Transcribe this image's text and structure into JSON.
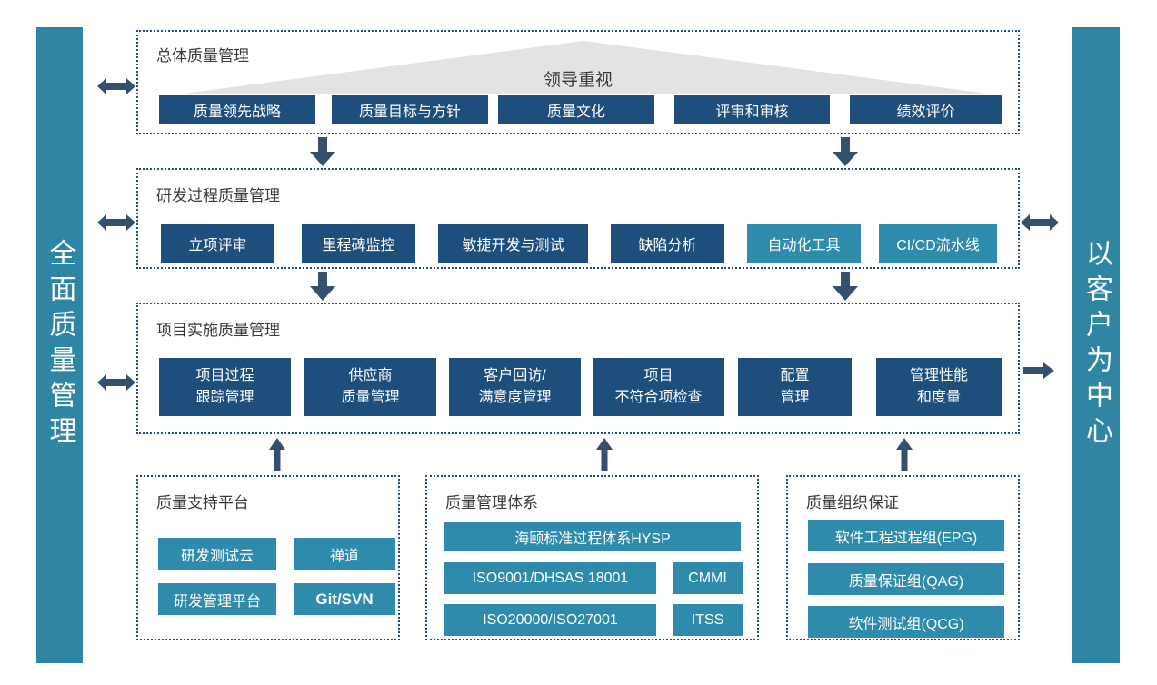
{
  "colors": {
    "navy_block": "#1E4E7C",
    "teal_block": "#2F8BAC",
    "side_bar": "#2E86A4",
    "dotted_border": "#1F4E79",
    "arrow": "#34506E",
    "triangle": "#E3E3E3",
    "title_text": "#3A3A3A",
    "block_text": "#FFFFFF",
    "background": "#FFFFFF"
  },
  "left_bar": {
    "label": "全面质量管理"
  },
  "right_bar": {
    "label": "以客户为中心"
  },
  "sections": [
    {
      "title": "总体质量管理",
      "banner": "领导重视",
      "items": [
        {
          "label": "质量领先战略"
        },
        {
          "label": "质量目标与方针"
        },
        {
          "label": "质量文化"
        },
        {
          "label": "评审和审核"
        },
        {
          "label": "绩效评价"
        }
      ]
    },
    {
      "title": "研发过程质量管理",
      "items": [
        {
          "label": "立项评审",
          "style": "navy"
        },
        {
          "label": "里程碑监控",
          "style": "navy"
        },
        {
          "label": "敏捷开发与测试",
          "style": "navy"
        },
        {
          "label": "缺陷分析",
          "style": "navy"
        },
        {
          "label": "自动化工具",
          "style": "teal"
        },
        {
          "label": "CI/CD流水线",
          "style": "teal"
        }
      ]
    },
    {
      "title": "项目实施质量管理",
      "items": [
        {
          "line1": "项目过程",
          "line2": "跟踪管理"
        },
        {
          "line1": "供应商",
          "line2": "质量管理"
        },
        {
          "line1": "客户回访/",
          "line2": "满意度管理"
        },
        {
          "line1": "项目",
          "line2": "不符合项检查"
        },
        {
          "line1": "配置",
          "line2": "管理"
        },
        {
          "line1": "管理性能",
          "line2": "和度量"
        }
      ]
    }
  ],
  "platforms": {
    "title": "质量支持平台",
    "items": [
      {
        "label": "研发测试云"
      },
      {
        "label": "禅道"
      },
      {
        "label": "研发管理平台"
      },
      {
        "label": "Git/SVN"
      }
    ]
  },
  "systems": {
    "title": "质量管理体系",
    "wide_item": {
      "label": "海颐标准过程体系HYSP"
    },
    "rows": [
      [
        {
          "label": "ISO9001/DHSAS 18001"
        },
        {
          "label": "CMMI"
        }
      ],
      [
        {
          "label": "ISO20000/ISO27001"
        },
        {
          "label": "ITSS"
        }
      ]
    ]
  },
  "organization": {
    "title": "质量组织保证",
    "items": [
      {
        "label": "软件工程过程组(EPG)"
      },
      {
        "label": "质量保证组(QAG)"
      },
      {
        "label": "软件测试组(QCG)"
      }
    ]
  }
}
